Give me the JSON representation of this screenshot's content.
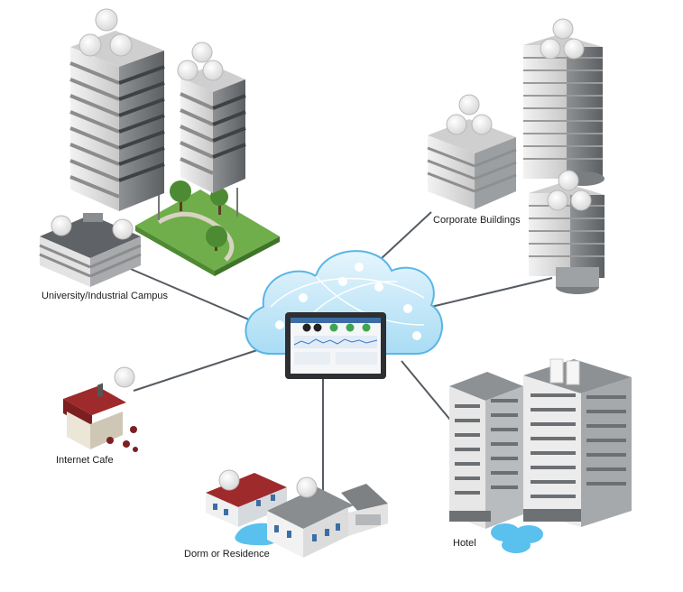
{
  "diagram": {
    "nodes": [
      {
        "id": "campus",
        "label": "University/Industrial Campus",
        "icon": "campus-building-icon"
      },
      {
        "id": "corporate",
        "label": "Corporate Buildings",
        "icon": "office-tower-icon"
      },
      {
        "id": "cafe",
        "label": "Internet Cafe",
        "icon": "cafe-building-icon"
      },
      {
        "id": "dorm",
        "label": "Dorm or Residence",
        "icon": "house-icon"
      },
      {
        "id": "hotel",
        "label": "Hotel",
        "icon": "hotel-building-icon"
      },
      {
        "id": "cloud",
        "label": "",
        "icon": "cloud-controller-icon"
      }
    ],
    "edges": [
      {
        "from": "cloud",
        "to": "campus"
      },
      {
        "from": "cloud",
        "to": "corporate"
      },
      {
        "from": "cloud",
        "to": "cafe"
      },
      {
        "from": "cloud",
        "to": "dorm"
      },
      {
        "from": "cloud",
        "to": "hotel"
      },
      {
        "from": "cloud",
        "to": "corporate-lower"
      }
    ],
    "colors": {
      "link": "#555b61",
      "cloud": "#c9e7f7",
      "cloud_edge": "#58b6e6",
      "building_light": "#e8e8e8",
      "building_dark": "#7a7d80",
      "roof_red": "#9e2a2b",
      "grass": "#6fae4b",
      "water": "#5ac0ee"
    }
  }
}
